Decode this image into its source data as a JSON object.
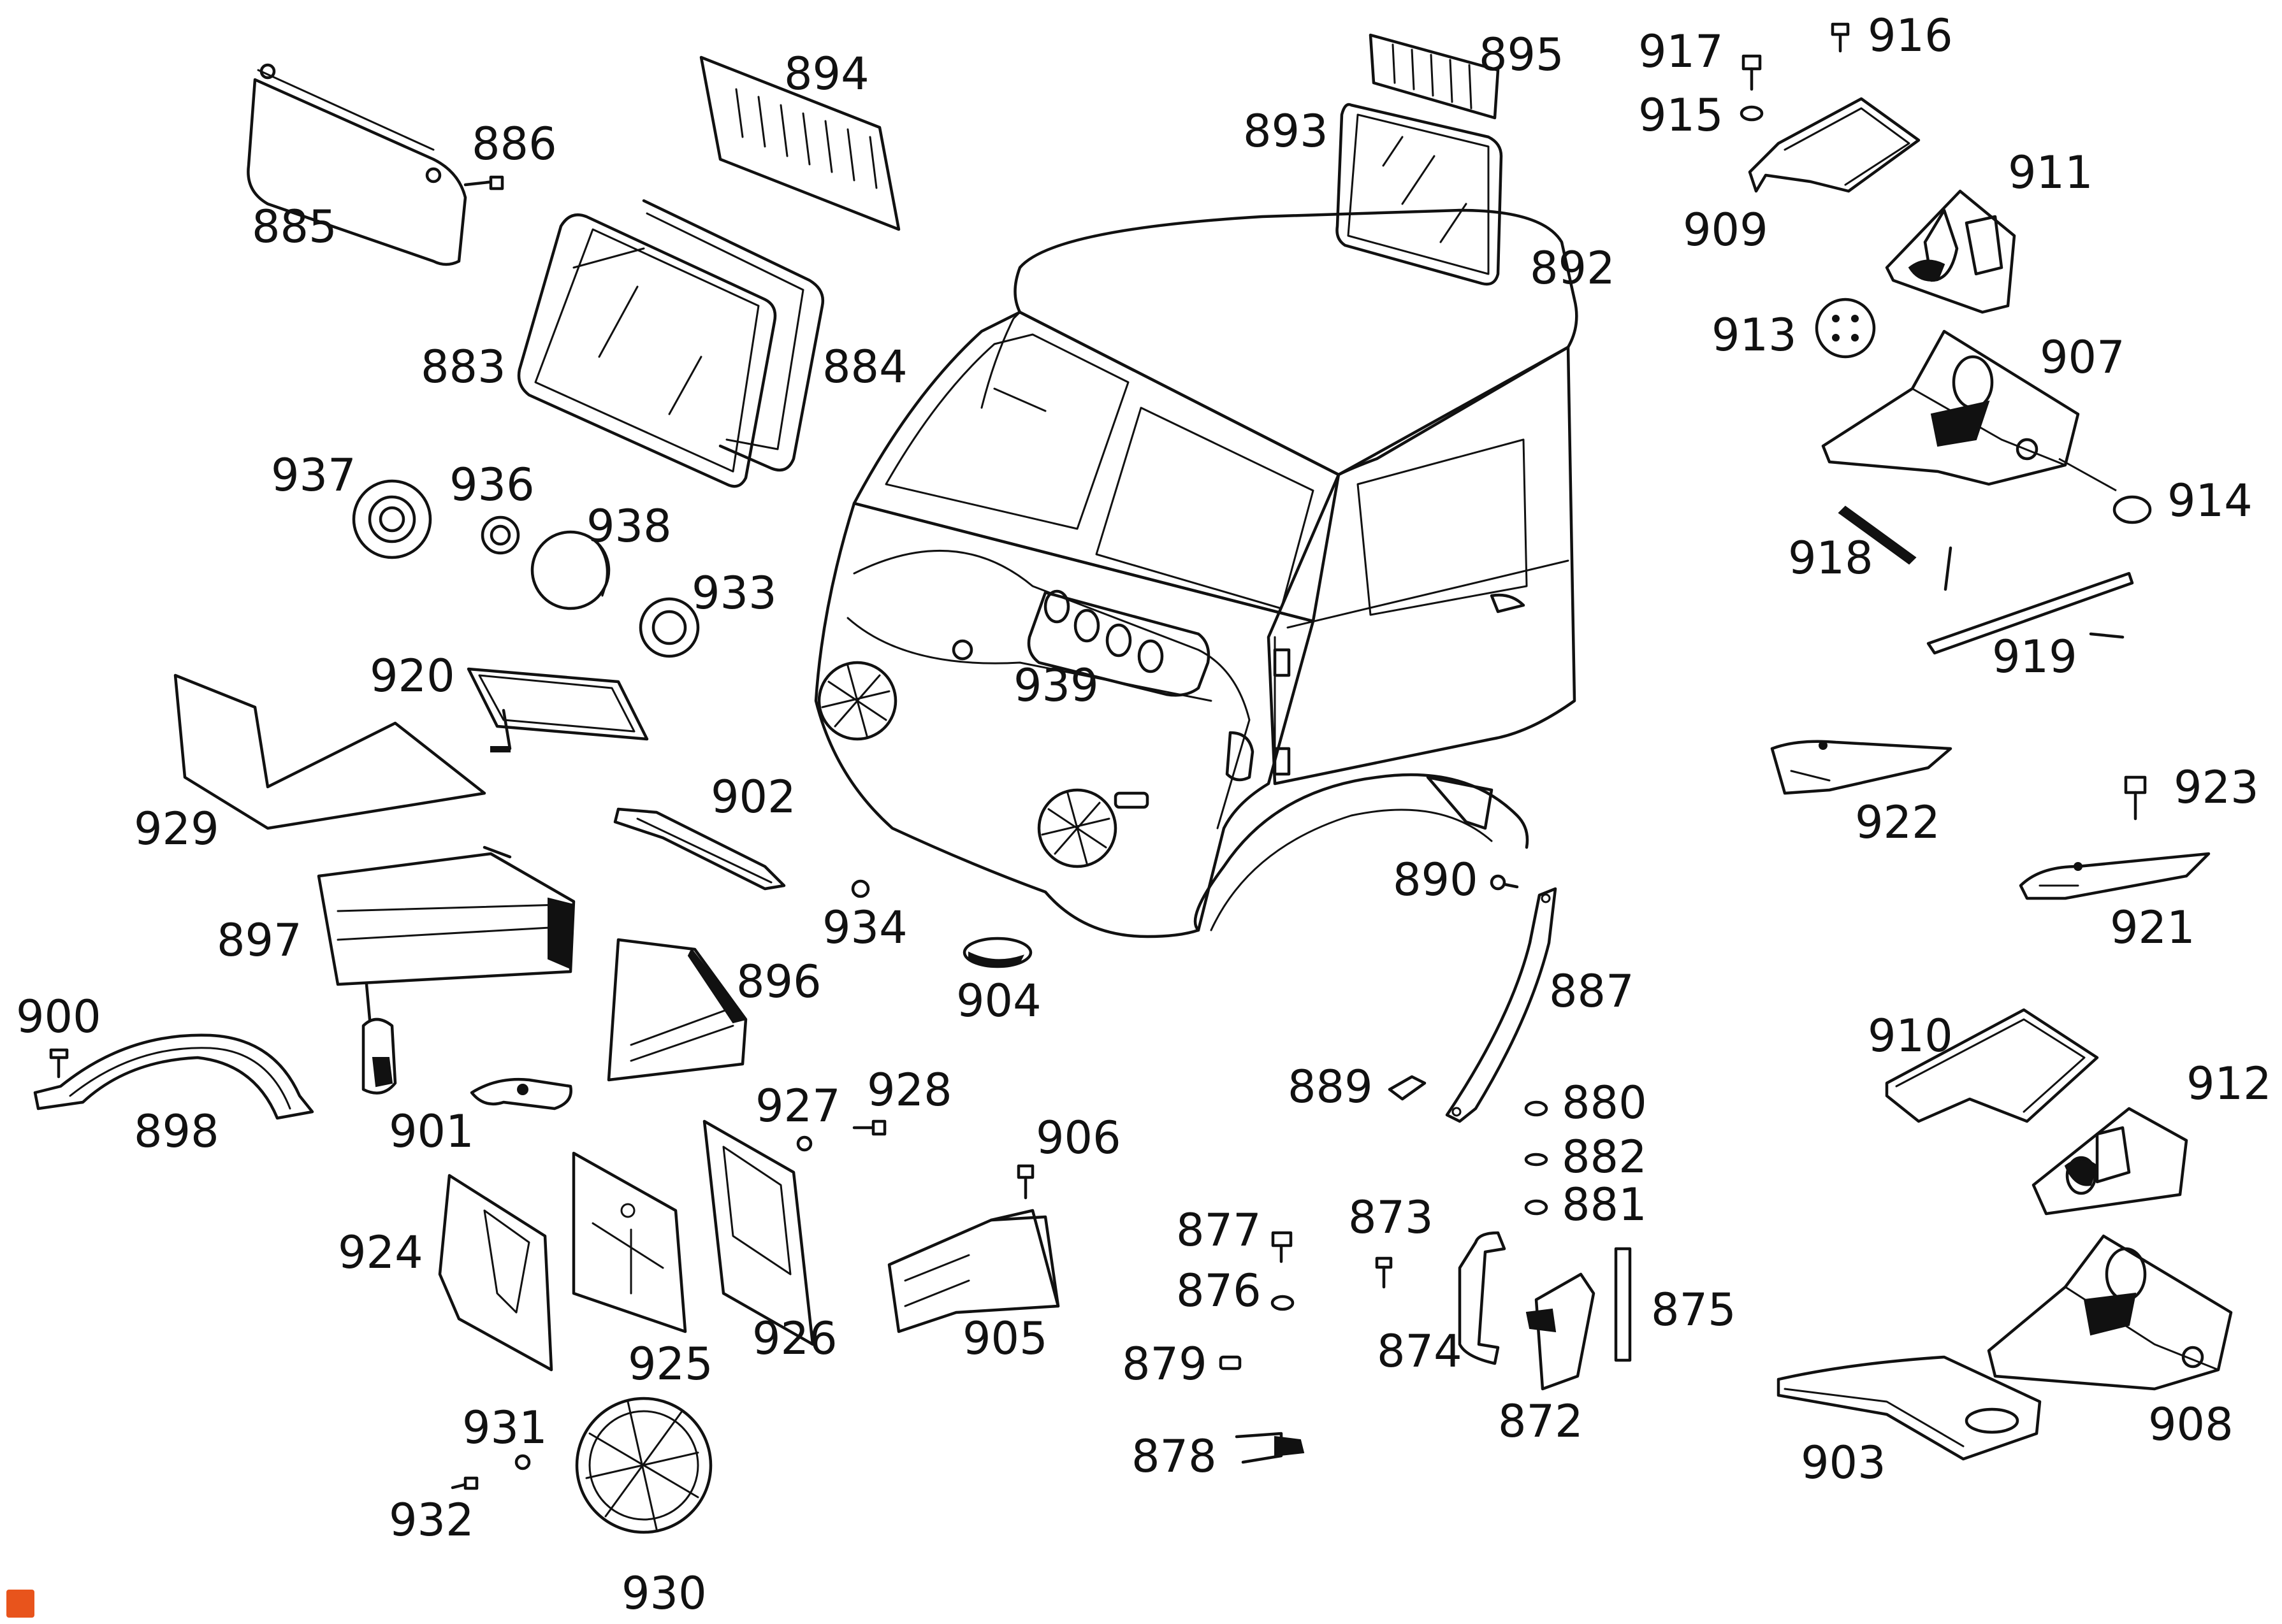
{
  "diagram": {
    "callouts": [
      "894",
      "895",
      "917",
      "916",
      "886",
      "915",
      "893",
      "885",
      "909",
      "911",
      "892",
      "883",
      "884",
      "913",
      "907",
      "937",
      "936",
      "938",
      "914",
      "933",
      "918",
      "920",
      "939",
      "919",
      "902",
      "929",
      "923",
      "922",
      "890",
      "934",
      "897",
      "887",
      "896",
      "921",
      "904",
      "900",
      "880",
      "910",
      "889",
      "912",
      "927",
      "928",
      "906",
      "882",
      "898",
      "901",
      "881",
      "924",
      "877",
      "873",
      "876",
      "926",
      "875",
      "905",
      "925",
      "874",
      "879",
      "908",
      "931",
      "872",
      "878",
      "903",
      "932",
      "930"
    ],
    "colors": {
      "line": "#111111",
      "background": "#ffffff",
      "logo": "#e8541c"
    }
  }
}
